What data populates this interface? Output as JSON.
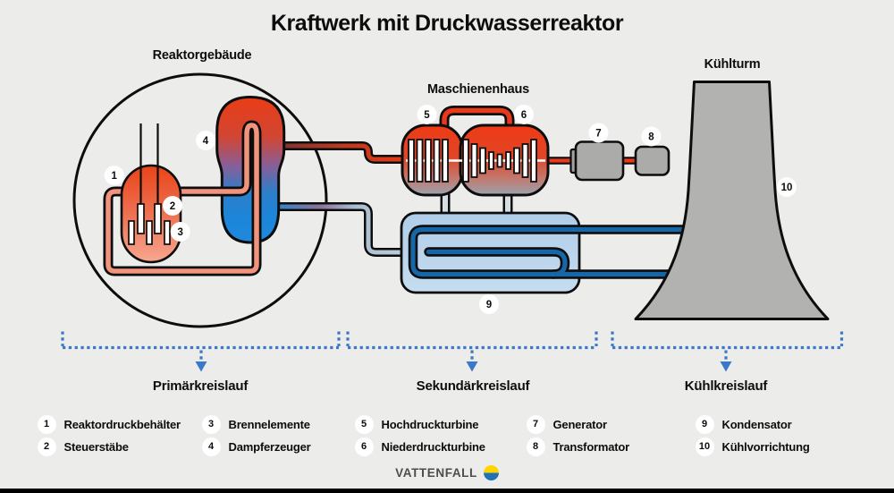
{
  "title": "Kraftwerk mit Druckwasserreaktor",
  "sections": {
    "reactor_building": "Reaktorgebäude",
    "machine_house": "Maschienenhaus",
    "cooling_tower": "Kühlturm"
  },
  "badges": {
    "n1": "1",
    "n2": "2",
    "n3": "3",
    "n4": "4",
    "n5": "5",
    "n6": "6",
    "n7": "7",
    "n8": "8",
    "n9": "9",
    "n10": "10"
  },
  "circuits": [
    {
      "label": "Primärkreislauf"
    },
    {
      "label": "Sekundärkreislauf"
    },
    {
      "label": "Kühlkreislauf"
    }
  ],
  "legend": [
    {
      "num": "1",
      "label": "Reaktordruckbehälter"
    },
    {
      "num": "2",
      "label": "Steuerstäbe"
    },
    {
      "num": "3",
      "label": "Brennelemente"
    },
    {
      "num": "4",
      "label": "Dampferzeuger"
    },
    {
      "num": "5",
      "label": "Hochdruckturbine"
    },
    {
      "num": "6",
      "label": "Niederdruckturbine"
    },
    {
      "num": "7",
      "label": "Generator"
    },
    {
      "num": "8",
      "label": "Transformator"
    },
    {
      "num": "9",
      "label": "Kondensator"
    },
    {
      "num": "10",
      "label": "Kühlvorrichtung"
    }
  ],
  "footer": {
    "brand": "VATTENFALL"
  },
  "colors": {
    "background": "#ececea",
    "accent_red": "#e8391b",
    "primary_pipe_salmon": "#f2937e",
    "water_blue": "#1b86dc",
    "cooling_pipe_blue": "#1667a8",
    "condenser_fill": "#b9d4ec",
    "structure_gray": "#b2b2b0",
    "dotted_bracket_blue": "#3b78c9",
    "logo_yellow": "#ffd400",
    "logo_blue": "#2071b8"
  }
}
